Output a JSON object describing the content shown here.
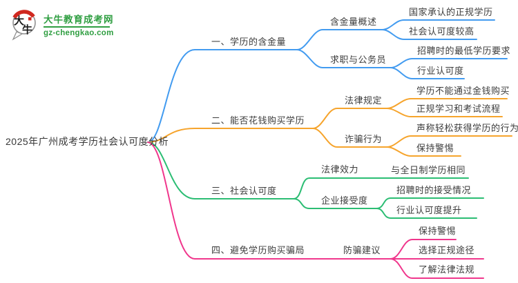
{
  "logo": {
    "bubble_chars": [
      "大",
      "牛"
    ],
    "site_name": "大牛教育成考网",
    "site_url": "gz-chengkao.com",
    "green": "#2F9E41",
    "red": "#D0281F"
  },
  "root": {
    "label": "2025年广州成考学历社会认可度分析"
  },
  "text_color": "#3C3C3C",
  "branches": [
    {
      "label": "一、学历的含金量",
      "color": "#429BF0",
      "children": [
        {
          "label": "含金量概述",
          "children": [
            {
              "label": "国家承认的正规学历"
            },
            {
              "label": "社会认可度较高"
            }
          ]
        },
        {
          "label": "求职与公务员",
          "children": [
            {
              "label": "招聘时的最低学历要求"
            },
            {
              "label": "行业认可度"
            }
          ]
        }
      ]
    },
    {
      "label": "二、能否花钱购买学历",
      "color": "#F6A42C",
      "children": [
        {
          "label": "法律规定",
          "children": [
            {
              "label": "学历不能通过金钱购买"
            },
            {
              "label": "正规学习和考试流程"
            }
          ]
        },
        {
          "label": "诈骗行为",
          "children": [
            {
              "label": "声称轻松获得学历的行为"
            },
            {
              "label": "保持警惕"
            }
          ]
        }
      ]
    },
    {
      "label": "三、社会认可度",
      "color": "#2BBD73",
      "children": [
        {
          "label": "法律效力",
          "children": [
            {
              "label": "与全日制学历相同"
            }
          ]
        },
        {
          "label": "企业接受度",
          "children": [
            {
              "label": "招聘时的接受情况"
            },
            {
              "label": "行业认可度提升"
            }
          ]
        }
      ]
    },
    {
      "label": "四、避免学历购买骗局",
      "color": "#F0368C",
      "children": [
        {
          "label": "防骗建议",
          "children": [
            {
              "label": "保持警惕"
            },
            {
              "label": "选择正规途径"
            },
            {
              "label": "了解法律法规"
            }
          ]
        }
      ]
    }
  ]
}
